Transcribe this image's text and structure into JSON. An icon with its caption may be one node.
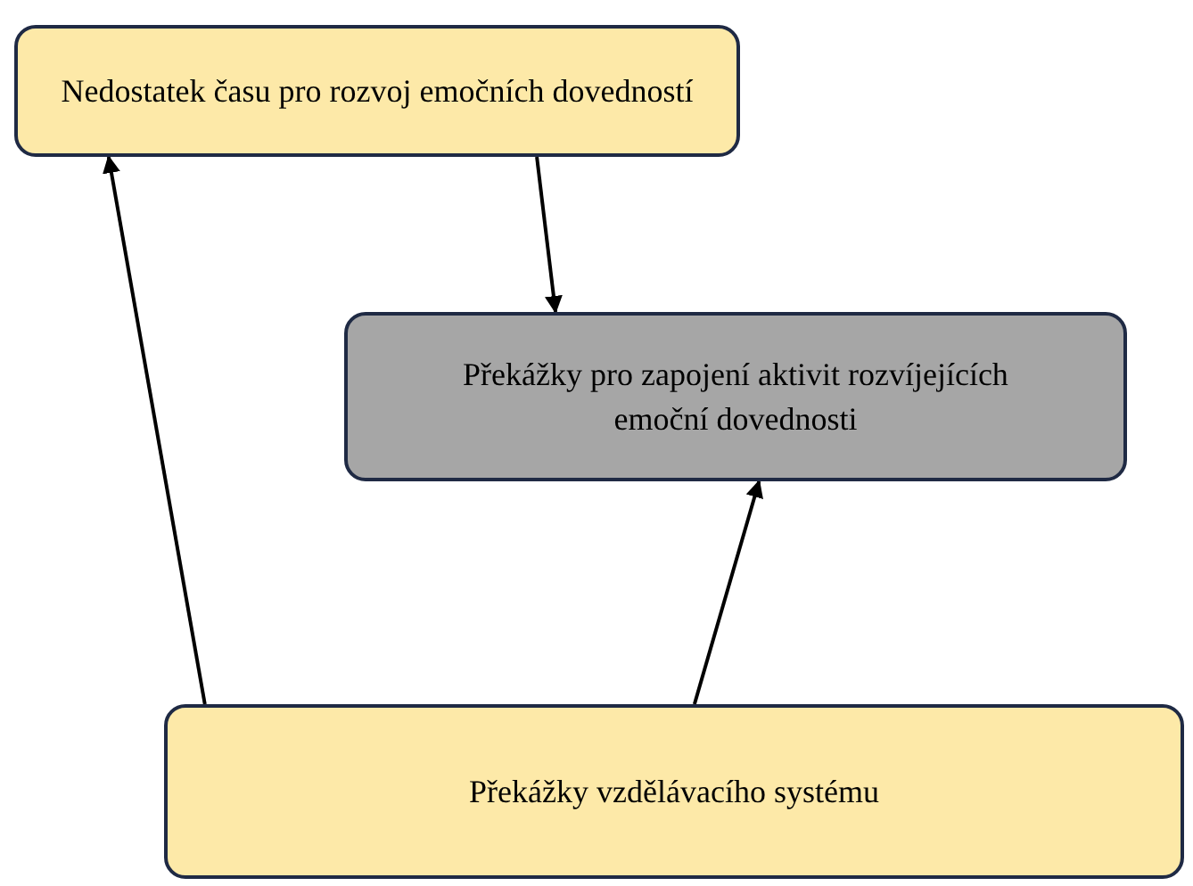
{
  "diagram": {
    "nodes": [
      {
        "text": [
          "Nedostatek času pro rozvoj emočních dovedností"
        ]
      },
      {
        "text": [
          "Překážky pro zapojení aktivit rozvíjejících emoční dovednosti"
        ]
      },
      {
        "text": [
          "Překážky vzdělávacího systému"
        ]
      }
    ],
    "edges": [
      {
        "from": 0,
        "to": 1,
        "arrow": "to"
      },
      {
        "from": 2,
        "to": 0,
        "arrow": "to"
      },
      {
        "from": 2,
        "to": 1,
        "arrow": "to"
      }
    ]
  }
}
